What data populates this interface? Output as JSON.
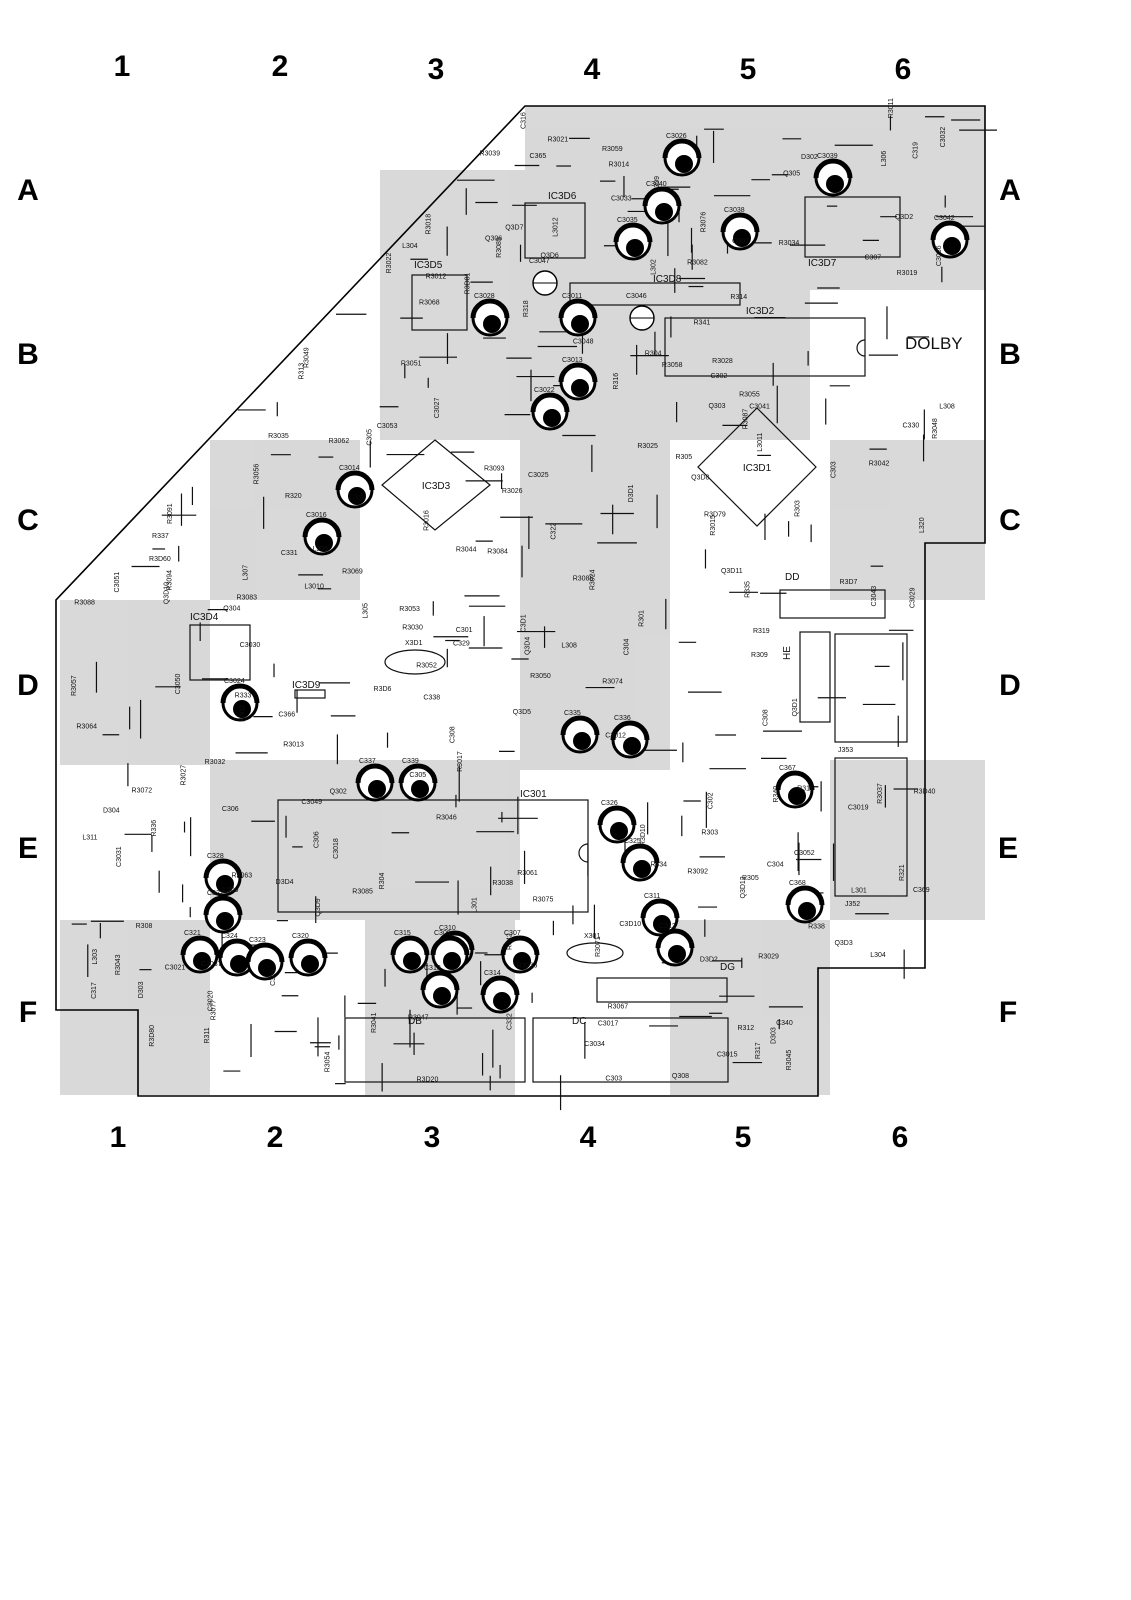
{
  "columns": [
    "1",
    "2",
    "3",
    "4",
    "5",
    "6"
  ],
  "rows": [
    "A",
    "B",
    "C",
    "D",
    "E",
    "F"
  ],
  "ics": [
    {
      "id": "ic3d1",
      "label": "IC3D1"
    },
    {
      "id": "ic3d3",
      "label": "IC3D3"
    },
    {
      "id": "ic3d2",
      "label": "IC3D2"
    },
    {
      "id": "ic3d4",
      "label": "IC3D4"
    },
    {
      "id": "ic3d5",
      "label": "IC3D5"
    },
    {
      "id": "ic3d6",
      "label": "IC3D6"
    },
    {
      "id": "ic3d7",
      "label": "IC3D7"
    },
    {
      "id": "ic3d8",
      "label": "IC3D8"
    },
    {
      "id": "ic3d9",
      "label": "IC3D9"
    },
    {
      "id": "ic301",
      "label": "IC301"
    }
  ],
  "labels": {
    "dolby": "DOLBY",
    "dd": "DD",
    "he": "HE",
    "dg": "DG",
    "db": "DB",
    "dc": "DC",
    "j353": "J353",
    "j352": "J352",
    "x3d1": "X3D1",
    "x301": "X301"
  },
  "capacitors": [
    "C3026",
    "C3040",
    "C3035",
    "C3038",
    "C3039",
    "C3042",
    "C3028",
    "C3011",
    "C3013",
    "C3022",
    "C3014",
    "C3016",
    "C3024",
    "C335",
    "C336",
    "C337",
    "C339",
    "C326",
    "C325",
    "C311",
    "C312",
    "C367",
    "C368",
    "C328",
    "C327",
    "C321",
    "C324",
    "C323",
    "C320",
    "C315",
    "C310",
    "C309",
    "C307",
    "C314",
    "C313",
    "C3047",
    "C3046"
  ],
  "refs": [
    "R3048",
    "R3047",
    "C3027",
    "R3033",
    "R3053",
    "R3049",
    "R3046",
    "R3035",
    "R3094",
    "Q3D5",
    "R3034",
    "R3044",
    "R3045",
    "R3022",
    "R3026",
    "C3033",
    "R3032",
    "Q3D4",
    "R3091",
    "R3092",
    "R3093",
    "R3050",
    "R3051",
    "R3052",
    "C3041",
    "Q3D7",
    "C3025",
    "L3010",
    "C3037",
    "C3034",
    "C3036",
    "R3029",
    "R3030",
    "C3030",
    "R3025",
    "R3037",
    "R3021",
    "R3074",
    "R3075",
    "R3076",
    "R3067",
    "C3012",
    "R3027",
    "R3024",
    "C3032",
    "Q3D6",
    "R3089",
    "L305",
    "R3069",
    "R3064",
    "L3011",
    "R3028",
    "C3031",
    "R3038",
    "C3029",
    "R3077",
    "R3068",
    "R3072",
    "R3071",
    "R3018",
    "L304",
    "C3D1",
    "R301",
    "C302",
    "C303",
    "C304",
    "R3063",
    "L301",
    "D3D1",
    "R309",
    "C3015",
    "D303",
    "D3D4",
    "R3059",
    "R3014",
    "R3058",
    "Q3D1",
    "L307",
    "R3D6",
    "R305",
    "R3D7",
    "R308",
    "D3D2",
    "R3D20",
    "R3016",
    "R3017",
    "C3018",
    "C3019",
    "C3017",
    "Q3D3",
    "C3021",
    "R3015",
    "C3020",
    "R3012",
    "R3013",
    "Q3D2",
    "R3011",
    "R3D10",
    "R3061",
    "C3043",
    "R3062",
    "R302",
    "R303",
    "C3D10",
    "Q3D8",
    "R3019",
    "C309",
    "R3D60",
    "C308",
    "C307",
    "L306",
    "C306",
    "C305",
    "R304",
    "R342",
    "R3041",
    "R3D40",
    "R3039",
    "D302",
    "Q306",
    "R340",
    "R341",
    "L3012",
    "C3053",
    "L309",
    "L308",
    "R3D79",
    "Q3D9",
    "R3D80",
    "C3048",
    "R3D81",
    "R3082",
    "R3084",
    "R3083",
    "C3049",
    "Q3D10",
    "R3085",
    "R3086",
    "C3050",
    "Q3D12",
    "R3087",
    "C3052",
    "C3051",
    "Q3D11",
    "R3088",
    "R312",
    "C331",
    "C332",
    "Q307",
    "Q308",
    "C330",
    "C329",
    "C306",
    "R3042",
    "R3043",
    "D304",
    "R313",
    "R311",
    "C338",
    "L303",
    "R3057",
    "R3056",
    "R3055",
    "R3054",
    "R305",
    "R304",
    "R303",
    "R333",
    "Q303",
    "R315",
    "R314",
    "R316",
    "R318",
    "Q305",
    "R319",
    "Q302",
    "R317",
    "R334",
    "L305",
    "C366",
    "R335",
    "R320",
    "R321",
    "R337",
    "R336",
    "L304",
    "L320",
    "C369",
    "R338",
    "Q304",
    "C301",
    "C365",
    "C340",
    "L301",
    "L302",
    "C322",
    "C319",
    "C318",
    "C317",
    "C316",
    "D303",
    "L308",
    "L309",
    "C308",
    "C305",
    "C304",
    "C302",
    "C303",
    "L311"
  ]
}
